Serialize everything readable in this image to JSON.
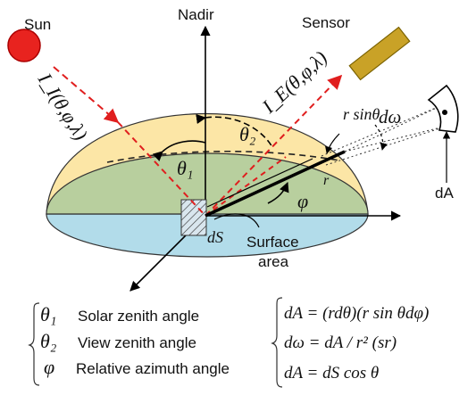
{
  "labels": {
    "sun": "Sun",
    "nadir": "Nadir",
    "sensor": "Sensor",
    "ds": "dS",
    "surface_area_line1": "Surface",
    "surface_area_line2": "area",
    "da_side": "dA",
    "incident_radiance": "I_I(θ,φ,λ)",
    "reflected_radiance": "I_E(θ,φ,λ)",
    "theta1": "θ₁",
    "theta2": "θ₂",
    "phi": "φ",
    "r": "r",
    "r_sin_theta": "r sinθ",
    "d_omega": "dω"
  },
  "legend": [
    {
      "symbol": "θ₁",
      "text": "Solar zenith angle"
    },
    {
      "symbol": "θ₂",
      "text": "View zenith angle"
    },
    {
      "symbol": "φ",
      "text": "Relative azimuth angle"
    }
  ],
  "equations": [
    "dA = (rdθ)(r sin θdφ)",
    "dω = dA / r² (sr)",
    "dA = dS cos θ"
  ],
  "colors": {
    "dome_upper": "#fce6a6",
    "ellipse_top": "#b8cf9e",
    "ellipse_bottom": "#b2dcea",
    "sun": "#e8231f",
    "sensor": "#c9a227",
    "ray": "#e01e1e"
  }
}
